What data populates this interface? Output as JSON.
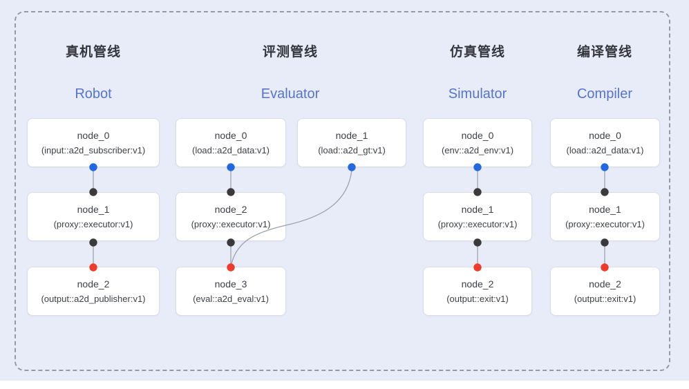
{
  "colors": {
    "panel_bg": "#e8ecf8",
    "frame_dash": "#939aa6",
    "title_zh": "#33363c",
    "title_en": "#5474cf",
    "line": "#9aa2ae",
    "blue_dot": "#2268e0",
    "black_dot": "#3a3a3a",
    "red_dot": "#ee3b2b"
  },
  "pipelines": [
    {
      "id": "robot",
      "title_zh": "真机管线",
      "title_en": "Robot",
      "nodes": [
        {
          "title": "node_0",
          "subtitle": "(input::a2d_subscriber:v1)"
        },
        {
          "title": "node_1",
          "subtitle": "(proxy::executor:v1)"
        },
        {
          "title": "node_2",
          "subtitle": "(output::a2d_publisher:v1)"
        }
      ]
    },
    {
      "id": "evaluator",
      "title_zh": "评测管线",
      "title_en": "Evaluator",
      "nodes": [
        {
          "title": "node_0",
          "subtitle": "(load::a2d_data:v1)"
        },
        {
          "title": "node_1",
          "subtitle": "(load::a2d_gt:v1)"
        },
        {
          "title": "node_2",
          "subtitle": "(proxy::executor:v1)"
        },
        {
          "title": "node_3",
          "subtitle": "(eval::a2d_eval:v1)"
        }
      ]
    },
    {
      "id": "simulator",
      "title_zh": "仿真管线",
      "title_en": "Simulator",
      "nodes": [
        {
          "title": "node_0",
          "subtitle": "(env::a2d_env:v1)"
        },
        {
          "title": "node_1",
          "subtitle": "(proxy::executor:v1)"
        },
        {
          "title": "node_2",
          "subtitle": "(output::exit:v1)"
        }
      ]
    },
    {
      "id": "compiler",
      "title_zh": "编译管线",
      "title_en": "Compiler",
      "nodes": [
        {
          "title": "node_0",
          "subtitle": "(load::a2d_data:v1)"
        },
        {
          "title": "node_1",
          "subtitle": "(proxy::executor:v1)"
        },
        {
          "title": "node_2",
          "subtitle": "(output::exit:v1)"
        }
      ]
    }
  ]
}
